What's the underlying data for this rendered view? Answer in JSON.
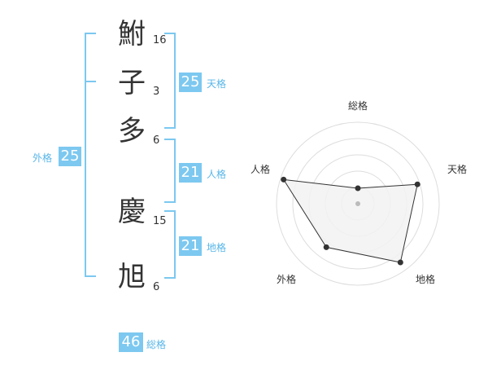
{
  "name_chars": [
    {
      "char": "鮒",
      "strokes": "16"
    },
    {
      "char": "子",
      "strokes": "3"
    },
    {
      "char": "多",
      "strokes": "6"
    },
    {
      "char": "慶",
      "strokes": "15"
    },
    {
      "char": "旭",
      "strokes": "6"
    }
  ],
  "fortunes": {
    "tenkaku": {
      "value": "25",
      "label": "天格"
    },
    "jinkaku": {
      "value": "21",
      "label": "人格"
    },
    "chikaku": {
      "value": "21",
      "label": "地格"
    },
    "gaikaku": {
      "value": "25",
      "label": "外格"
    },
    "soukaku": {
      "value": "46",
      "label": "総格"
    }
  },
  "radar": {
    "axes": [
      "総格",
      "天格",
      "地格",
      "外格",
      "人格"
    ],
    "values": [
      0.19,
      0.77,
      0.89,
      0.66,
      0.96
    ],
    "rings": 5,
    "colors": {
      "ring": "#dddddd",
      "fill": "#f2f2f2",
      "line": "#333333",
      "point": "#333333",
      "center": "#bbbbbb"
    }
  },
  "colors": {
    "accent": "#7cc8f0",
    "label": "#58b6e8",
    "text": "#333333"
  }
}
